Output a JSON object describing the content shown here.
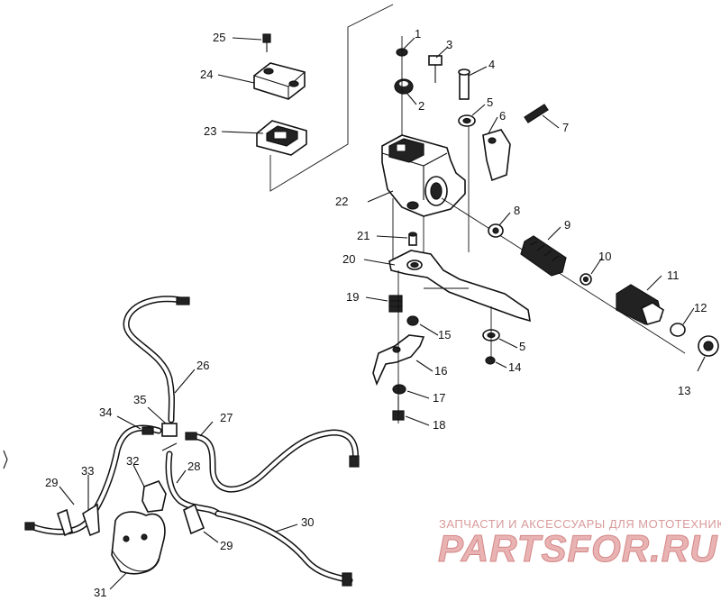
{
  "labels": [
    "1",
    "2",
    "3",
    "4",
    "5",
    "6",
    "7",
    "8",
    "9",
    "10",
    "11",
    "12",
    "13",
    "14",
    "5",
    "15",
    "16",
    "17",
    "18",
    "19",
    "20",
    "21",
    "22",
    "23",
    "24",
    "25",
    "26",
    "27",
    "28",
    "29",
    "29",
    "30",
    "31",
    "32",
    "33",
    "34",
    "35"
  ],
  "watermark": {
    "top_text": "ЗАПЧАСТИ И АКСЕССУАРЫ ДЛЯ МОТОТЕХНИКИ",
    "logo_text": "PARTSFOR.RU"
  }
}
